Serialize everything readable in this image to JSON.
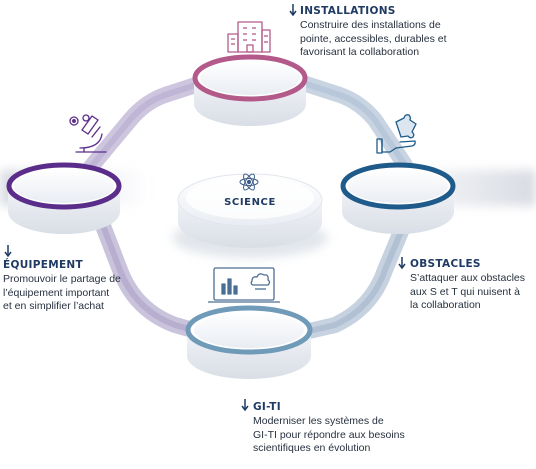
{
  "center": {
    "label": "SCIENCE",
    "icon": "atom-icon"
  },
  "colors": {
    "installations": "#b45a8a",
    "equipment": "#5b2d8a",
    "obstacles": "#1f5b8a",
    "giti": "#6f9ab8",
    "title": "#1f3a63"
  },
  "nodes": {
    "installations": {
      "title": "INSTALLATIONS",
      "description": [
        "Construire des installations de",
        "pointe, accessibles, durables et",
        "favorisant la collaboration"
      ],
      "icon": "building-icon"
    },
    "equipment": {
      "title": "ÉQUIPEMENT",
      "description": [
        "Promouvoir le partage de",
        "l’équipement important",
        "et en simplifier l’achat"
      ],
      "icon": "microscope-icon"
    },
    "obstacles": {
      "title": "OBSTACLES",
      "description": [
        "S’attaquer aux obstacles",
        "aux S et T qui nuisent à",
        "la collaboration"
      ],
      "icon": "puzzle-hand-icon"
    },
    "giti": {
      "title": "GI-TI",
      "description": [
        "Moderniser les systèmes de",
        "GI-TI pour répondre aux besoins",
        "scientifiques en évolution"
      ],
      "icon": "laptop-chart-icon"
    }
  }
}
